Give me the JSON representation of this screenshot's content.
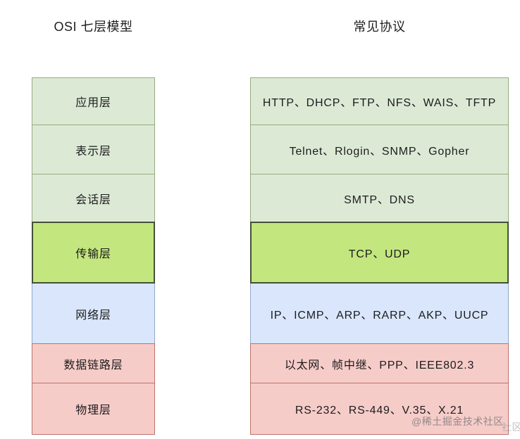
{
  "headers": {
    "left": "OSI 七层模型",
    "right": "常见协议"
  },
  "layers": [
    {
      "name": "应用层",
      "protocols": "HTTP、DHCP、FTP、NFS、WAIS、TFTP",
      "fill": "#dcead5",
      "border": "#93ab80",
      "text_color": "#1c1c1e"
    },
    {
      "name": "表示层",
      "protocols": "Telnet、Rlogin、SNMP、Gopher",
      "fill": "#dcead5",
      "border": "#93ab80",
      "text_color": "#1c1c1e"
    },
    {
      "name": "会话层",
      "protocols": "SMTP、DNS",
      "fill": "#dcead5",
      "border": "#93ab80",
      "text_color": "#1c1c1e"
    },
    {
      "name": "传输层",
      "protocols": "TCP、UDP",
      "fill": "#c3e67e",
      "border": "#454f39",
      "text_color": "#1c1c1e"
    },
    {
      "name": "网络层",
      "protocols": "IP、ICMP、ARP、RARP、AKP、UUCP",
      "fill": "#d9e6fb",
      "border": "#95a9c9",
      "text_color": "#1c1c1e"
    },
    {
      "name": "数据链路层",
      "protocols": "以太网、帧中继、PPP、IEEE802.3",
      "fill": "#f6ccc8",
      "border": "#c0736e",
      "text_color": "#1c1c1e"
    },
    {
      "name": "物理层",
      "protocols": "RS-232、RS-449、V.35、X.21",
      "fill": "#f6ccc8",
      "border": "#c0736e",
      "text_color": "#1c1c1e"
    }
  ],
  "watermark": {
    "text": "@稀土掘金技术社区",
    "edge_fragment": "社区"
  }
}
